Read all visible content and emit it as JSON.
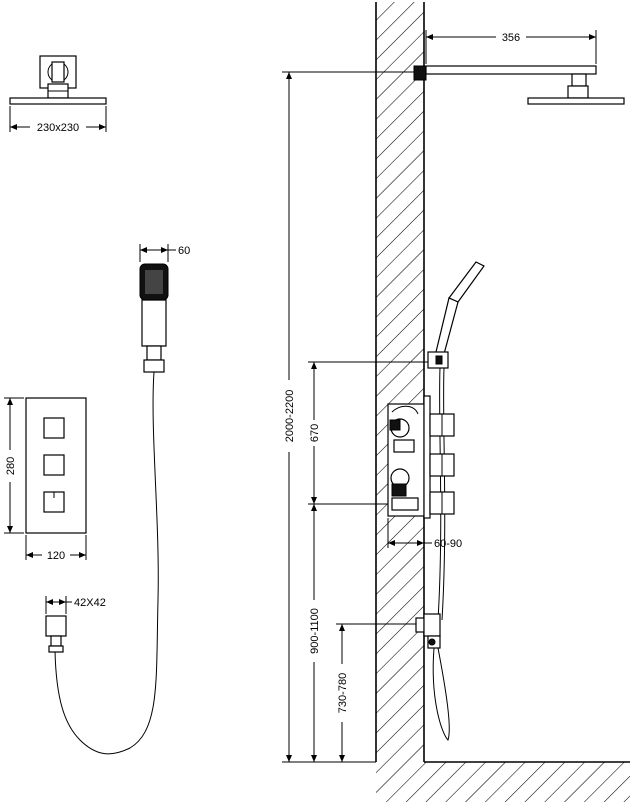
{
  "dimensions": {
    "head_size": "230x230",
    "arm_length": "356",
    "handle_width": "60",
    "panel_height": "280",
    "panel_width": "120",
    "outlet_size": "42X42",
    "head_height": "2000-2200",
    "valve_spacing": "670",
    "valve_depth": "60-90",
    "valve_height": "900-1100",
    "outlet_height": "730-780"
  },
  "colors": {
    "line": "#000000",
    "background": "#ffffff"
  }
}
